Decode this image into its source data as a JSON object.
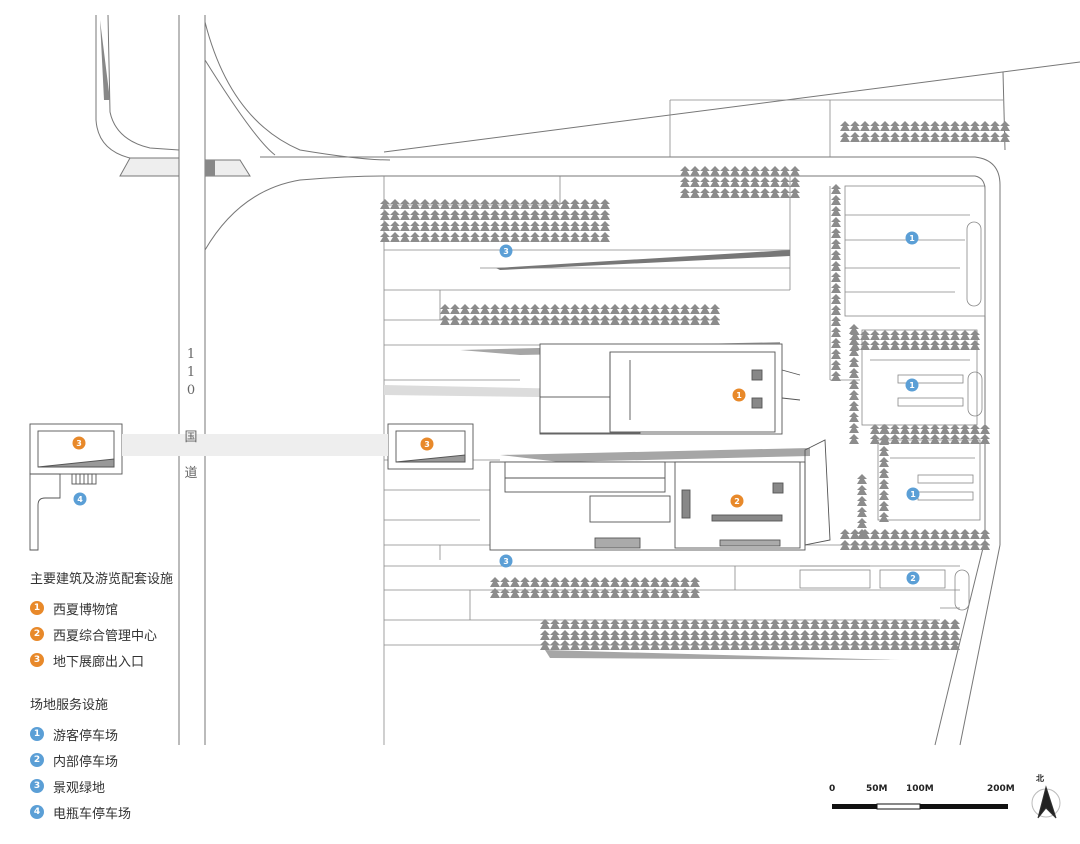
{
  "road": {
    "chars": [
      "1",
      "1",
      "0",
      "国",
      "道"
    ]
  },
  "legend": {
    "main_title": "主要建筑及游览配套设施",
    "main_items": [
      {
        "num": "1",
        "label": "西夏博物馆"
      },
      {
        "num": "2",
        "label": "西夏综合管理中心"
      },
      {
        "num": "3",
        "label": "地下展廊出入口"
      }
    ],
    "service_title": "场地服务设施",
    "service_items": [
      {
        "num": "1",
        "label": "游客停车场"
      },
      {
        "num": "2",
        "label": "内部停车场"
      },
      {
        "num": "3",
        "label": "景观绿地"
      },
      {
        "num": "4",
        "label": "电瓶车停车场"
      }
    ]
  },
  "scale": {
    "ticks": [
      "0",
      "50M",
      "100M",
      "200M"
    ]
  },
  "north": {
    "label": "北"
  },
  "colors": {
    "main_marker": "#e8892a",
    "service_marker": "#5b9fd6",
    "tree": "#8a8a8a",
    "shadow": "#9a9a9a"
  }
}
